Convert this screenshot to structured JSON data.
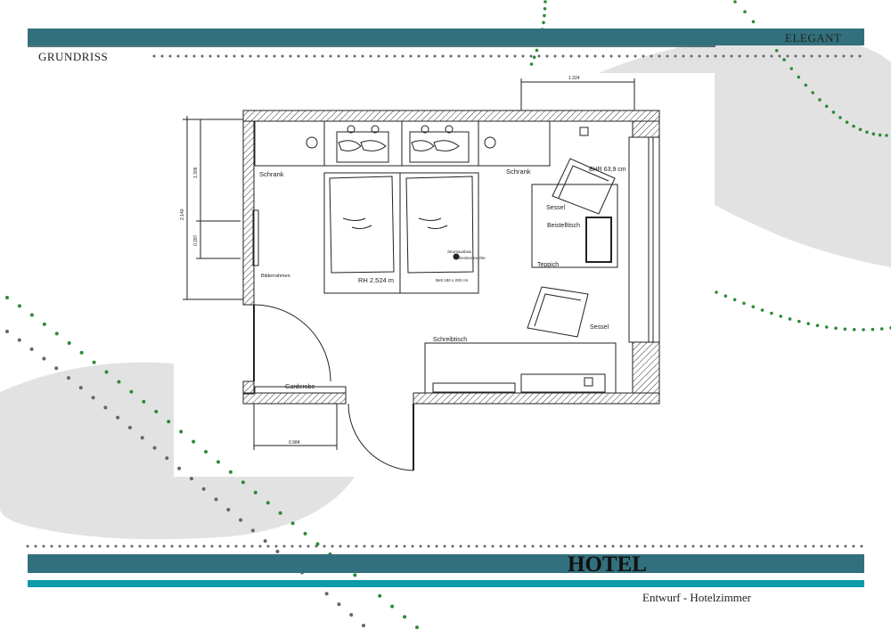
{
  "header": {
    "section_label": "GRUNDRISS",
    "style_label": "ELEGANT"
  },
  "footer": {
    "title": "HOTEL",
    "subtitle": "Entwurf - Hotelzimmer"
  },
  "colors": {
    "teal_dark": "#33707d",
    "teal_bright": "#0d9aab",
    "dot_green": "#2d8a3a",
    "dot_grey": "#666666",
    "blob_grey": "#e2e2e2"
  },
  "plan": {
    "labels": {
      "wardrobe_left": "Schrank",
      "wardrobe_right": "Schrank",
      "picture_frame": "Bilderrahmen",
      "room_height": "RH 2.524 m",
      "socket_note_1": "Stromauslass",
      "socket_note_2": "Deckenleuchte",
      "bed_size": "Bett 180 x 200 cm",
      "armchair_top": "Sessel",
      "side_table": "Beistelltisch",
      "rug": "Teppich",
      "parapet_height": "BHR 63,9 cm",
      "armchair_bottom": "Sessel",
      "desk": "Schreibtisch",
      "coat_rack": "Garderobe"
    },
    "dimensions": {
      "top": "1.324",
      "left_overall": "2.140",
      "left_upper": "1.306",
      "left_small": "0.287",
      "bottom": "0.984"
    }
  }
}
